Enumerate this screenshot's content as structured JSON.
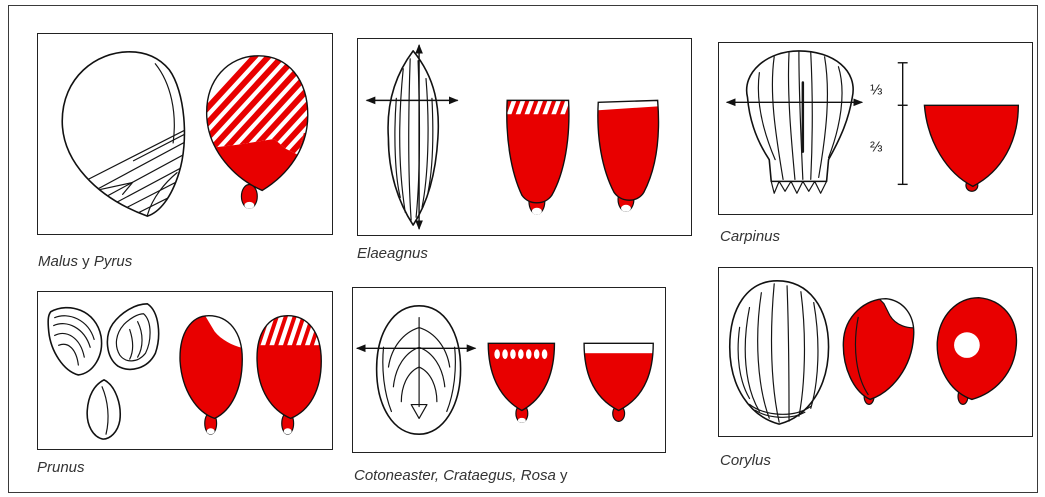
{
  "captions": {
    "malus_pyrus": [
      "Malus",
      " y ",
      "Pyrus"
    ],
    "elaeagnus": [
      "Elaeagnus"
    ],
    "carpinus": [
      "Carpinus"
    ],
    "prunus": [
      "Prunus"
    ],
    "cotoneaster": [
      "Cotoneaster, Crataegus, Rosa",
      " y"
    ],
    "corylus": [
      "Corylus"
    ]
  },
  "fractions": {
    "one_third": "⅓",
    "two_thirds": "⅔"
  },
  "colors": {
    "stain": "#e80000",
    "ink": "#151515",
    "caption_text": "#333333"
  }
}
